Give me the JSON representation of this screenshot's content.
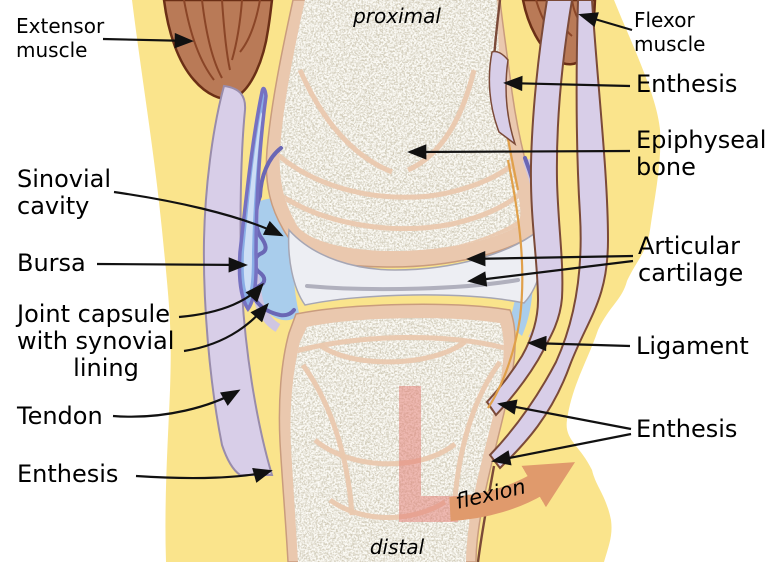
{
  "figure": {
    "type": "anatomical-diagram",
    "subject": "Synovial joint cross-section",
    "orientation_labels": {
      "proximal": "proximal",
      "distal": "distal"
    },
    "motion_label": {
      "flexion": "flexion"
    },
    "labels_left": [
      {
        "id": "extensor_muscle",
        "text": "Extensor muscle"
      },
      {
        "id": "sinovial_cavity",
        "text": "Sinovial cavity"
      },
      {
        "id": "bursa",
        "text": "Bursa"
      },
      {
        "id": "joint_capsule",
        "lines": [
          "Joint capsule",
          "with synovial",
          "lining"
        ]
      },
      {
        "id": "tendon",
        "text": "Tendon"
      },
      {
        "id": "enthesis_left",
        "text": "Enthesis"
      }
    ],
    "labels_right": [
      {
        "id": "flexor_muscle",
        "text": "Flexor muscle"
      },
      {
        "id": "enthesis_top",
        "text": "Enthesis"
      },
      {
        "id": "epiphyseal_bone",
        "text": "Epiphyseal bone"
      },
      {
        "id": "articular_cartilage",
        "text": "Articular cartilage"
      },
      {
        "id": "ligament",
        "text": "Ligament"
      },
      {
        "id": "enthesis_right",
        "text": "Enthesis"
      }
    ]
  },
  "colors": {
    "background": "#ffffff",
    "skin": "#fae48c",
    "muscle": "#b97a57",
    "muscle_stripe": "#8a4527",
    "muscle_outline": "#6b2f16",
    "tendon": "#d8cee8",
    "tendon_outline_left": "#998cab",
    "tendon_outline_right": "#7b4a38",
    "ligament_stripe": "#e0a04a",
    "bone_cortex": "#eac8ae",
    "bone_cortex_edge": "#c99c7e",
    "bone_trabecular": "#d2ccba",
    "cartilage": "#edeef3",
    "cartilage_edge": "#a6a6b4",
    "joint_line": "#b0b0bd",
    "synovial_fluid": "#a9cdec",
    "capsule": "#6a67b5",
    "capsule_outer": "#cfc6e2",
    "bursa_fill": "#8aade6",
    "bursa_core": "#cddef5",
    "bursa_outline": "#7671c1",
    "flexion_band": "#e4837a",
    "flexion_arrow": "#e09a6c",
    "label_text": "#000000",
    "leader_line": "#111111"
  }
}
